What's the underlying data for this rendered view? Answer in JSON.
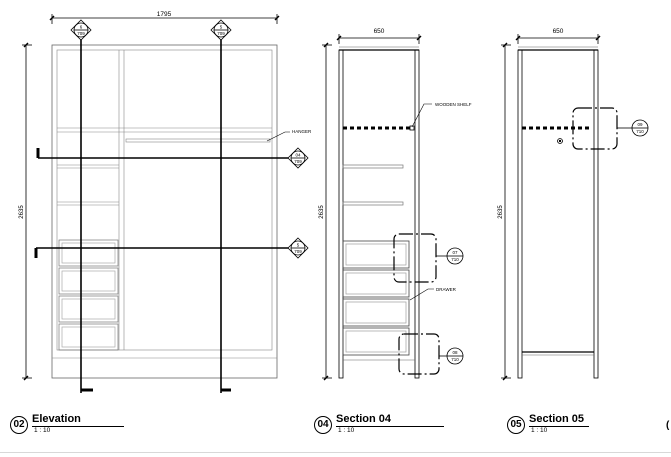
{
  "elevation": {
    "dim_width": "1795",
    "dim_height": "2635",
    "marker_a_top": "6",
    "marker_a_bottom": "709",
    "marker_b_top": "5",
    "marker_b_bottom": "709",
    "marker_c_top": "04",
    "marker_c_bottom": "709",
    "marker_d_top": "5",
    "marker_d_bottom": "709",
    "note_hanger": "HANGER",
    "title": {
      "number": "02",
      "name": "Elevation",
      "scale": "1 : 10"
    }
  },
  "section04": {
    "dim_width": "650",
    "dim_height": "2635",
    "note_shelf": "WOODEN SHELF",
    "note_drawer": "DRAWER",
    "callout_a_top": "07",
    "callout_a_bottom": "710",
    "callout_b_top": "08",
    "callout_b_bottom": "710",
    "title": {
      "number": "04",
      "name": "Section 04",
      "scale": "1 : 10"
    }
  },
  "section05": {
    "dim_width": "650",
    "dim_height": "2635",
    "callout_top": "09",
    "callout_bottom": "710",
    "title": {
      "number": "05",
      "name": "Section 05",
      "scale": "1 : 10"
    }
  },
  "edge_fragment": "("
}
